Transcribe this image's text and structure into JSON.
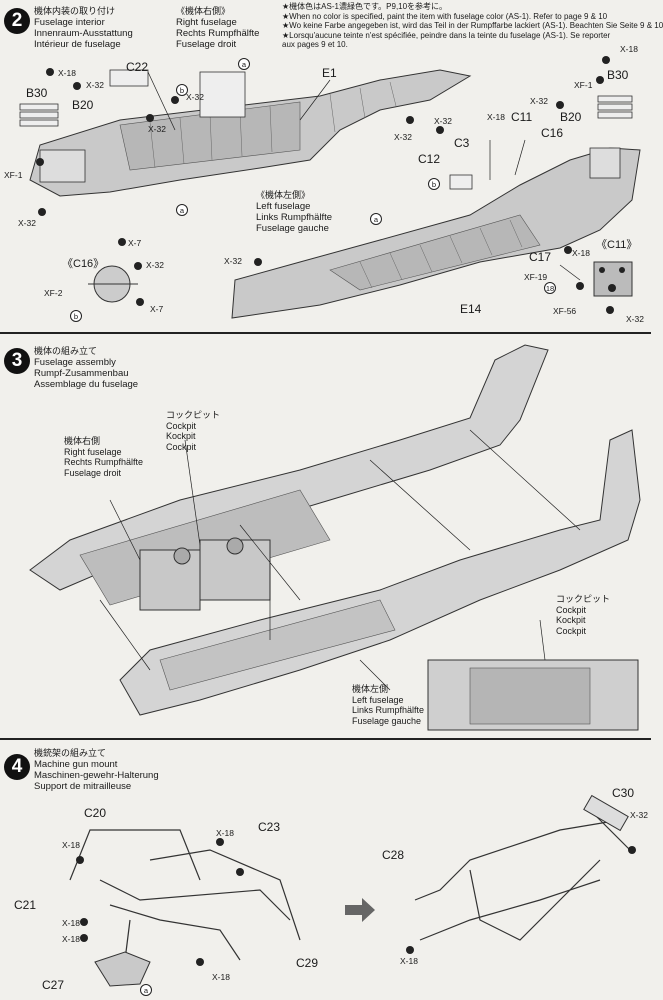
{
  "step2": {
    "number": "2",
    "title": {
      "jp": "機体内装の取り付け",
      "en": "Fuselage interior",
      "de": "Innenraum-Ausstattung",
      "fr": "Intérieur de fuselage"
    },
    "right_fuselage": {
      "jp": "《機体右側》",
      "en": "Right fuselage",
      "de": "Rechts Rumpfhälfte",
      "fr": "Fuselage droit"
    },
    "left_fuselage": {
      "jp": "《機体左側》",
      "en": "Left fuselage",
      "de": "Links Rumpfhälfte",
      "fr": "Fuselage gauche"
    },
    "notes": [
      "★機体色はAS-1濃緑色です。P9,10を参考に。",
      "★When no color is specified, paint the item with fuselage color (AS-1). Refer to page 9 & 10",
      "★Wo keine Farbe angegeben ist, wird das Teil in der Rumpffarbe lackiert (AS-1). Beachten Sie Seite 9 & 10",
      "★Lorsqu'aucune teinte n'est spécifiée, peindre dans la teinte du fuselage (AS-1). Se reporter",
      "aux pages 9 et 10."
    ],
    "parts": {
      "b30_left": "B30",
      "b20_left": "B20",
      "c22": "C22",
      "e1": "E1",
      "c3": "C3",
      "c11": "C11",
      "c12": "C12",
      "c16": "C16",
      "b20_right": "B20",
      "b30_right": "B30",
      "c17": "C17",
      "e14": "E14",
      "c16_detail": "《C16》",
      "c11_detail": "《C11》"
    },
    "paints": {
      "x18": "X-18",
      "x32": "X-32",
      "xf1": "XF-1",
      "x7": "X-7",
      "xf2": "XF-2",
      "xf19": "XF-19",
      "xf56": "XF-56"
    },
    "markers": {
      "a": "a",
      "b": "b",
      "n18": "18"
    }
  },
  "step3": {
    "number": "3",
    "title": {
      "jp": "機体の組み立て",
      "en": "Fuselage assembly",
      "de": "Rumpf-Zusammenbau",
      "fr": "Assemblage du fuselage"
    },
    "cockpit_top": {
      "jp": "コックピット",
      "en": "Cockpit",
      "de": "Kockpit",
      "fr": "Cockpit"
    },
    "right_fuselage": {
      "jp": "機体右側",
      "en": "Right fuselage",
      "de": "Rechts Rumpfhälfte",
      "fr": "Fuselage droit"
    },
    "cockpit_right": {
      "jp": "コックピット",
      "en": "Cockpit",
      "de": "Kockpit",
      "fr": "Cockpit"
    },
    "left_fuselage": {
      "jp": "機体左側",
      "en": "Left fuselage",
      "de": "Links Rumpfhälfte",
      "fr": "Fuselage gauche"
    }
  },
  "step4": {
    "number": "4",
    "title": {
      "jp": "機銃架の組み立て",
      "en": "Machine gun mount",
      "de": "Maschinen-gewehr-Halterung",
      "fr": "Support de mitrailleuse"
    },
    "parts": {
      "c20": "C20",
      "c23": "C23",
      "c21": "C21",
      "c27": "C27",
      "c29": "C29",
      "c28": "C28",
      "c30": "C30"
    },
    "paints": {
      "x18": "X-18",
      "x32": "X-32"
    },
    "markers": {
      "a": "a"
    }
  }
}
